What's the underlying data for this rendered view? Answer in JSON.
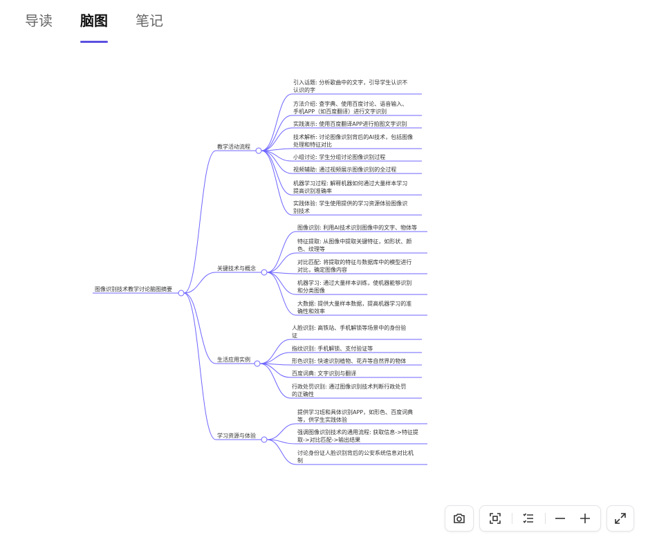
{
  "tabs": [
    {
      "label": "导读",
      "active": false
    },
    {
      "label": "脑图",
      "active": true
    },
    {
      "label": "笔记",
      "active": false
    }
  ],
  "accent_color": "#5b4fe0",
  "mindmap": {
    "root": "图像识别技术教学讨论脑图摘要",
    "branches": [
      {
        "label": "教学活动流程",
        "children": [
          [
            "引入话题: 分析歌曲中的文字，引导学生认识不",
            "认识的字"
          ],
          [
            "方法介绍: 查字典、使用百度讨论、语音输入、",
            "手机APP（如百度翻译）进行文字识别"
          ],
          [
            "实践演示: 使用百度翻译APP进行拍图文字识别"
          ],
          [
            "技术解析: 讨论图像识别背后的AI技术，包括图像",
            "处理和特征对比"
          ],
          [
            "小组讨论: 学生分组讨论图像识别过程"
          ],
          [
            "视频辅助: 通过视频展示图像识别的全过程"
          ],
          [
            "机器学习过程: 解释机器如何通过大量样本学习",
            "提高识别准确率"
          ],
          [
            "实践体验: 学生使用提供的学习资源体验图像识",
            "别技术"
          ]
        ]
      },
      {
        "label": "关键技术与概念",
        "children": [
          [
            "图像识别: 利用AI技术识别图像中的文字、物体等"
          ],
          [
            "特征提取: 从图像中提取关键特征，如形状、颜",
            "色、纹理等"
          ],
          [
            "对比匹配: 将提取的特征与数据库中的模型进行",
            "对比，确定图像内容"
          ],
          [
            "机器学习: 通过大量样本训练，使机器能够识别",
            "和分类图像"
          ],
          [
            "大数据: 提供大量样本数据，提高机器学习的准",
            "确性和效率"
          ]
        ]
      },
      {
        "label": "生活应用实例",
        "children": [
          [
            "人脸识别: 高铁站、手机解锁等场景中的身份验",
            "证"
          ],
          [
            "指纹识别: 手机解锁、支付验证等"
          ],
          [
            "形色识别: 快速识别植物、花卉等自然界的物体"
          ],
          [
            "百度词典: 文字识别与翻译"
          ],
          [
            "行政处罚识别: 通过图像识别技术判断行政处罚",
            "的正确性"
          ]
        ]
      },
      {
        "label": "学习资源与体验",
        "children": [
          [
            "提供学习班和具体识别APP，如形色、百度词典",
            "等，供学生实践体验"
          ],
          [
            "强调图像识别技术的通用流程: 获取信息->特征提",
            "取->对比匹配->输出结果"
          ],
          [
            "讨论身份证人脸识别背后的公安系统信息对比机",
            "制"
          ]
        ]
      }
    ]
  },
  "toolbar": {
    "tools": [
      {
        "name": "screenshot-icon",
        "title": "截图"
      },
      {
        "name": "fit-view-icon",
        "title": "适应画布"
      },
      {
        "name": "outline-icon",
        "title": "大纲"
      },
      {
        "name": "zoom-out-icon",
        "title": "缩小"
      },
      {
        "name": "zoom-in-icon",
        "title": "放大"
      },
      {
        "name": "fullscreen-icon",
        "title": "全屏"
      }
    ]
  }
}
